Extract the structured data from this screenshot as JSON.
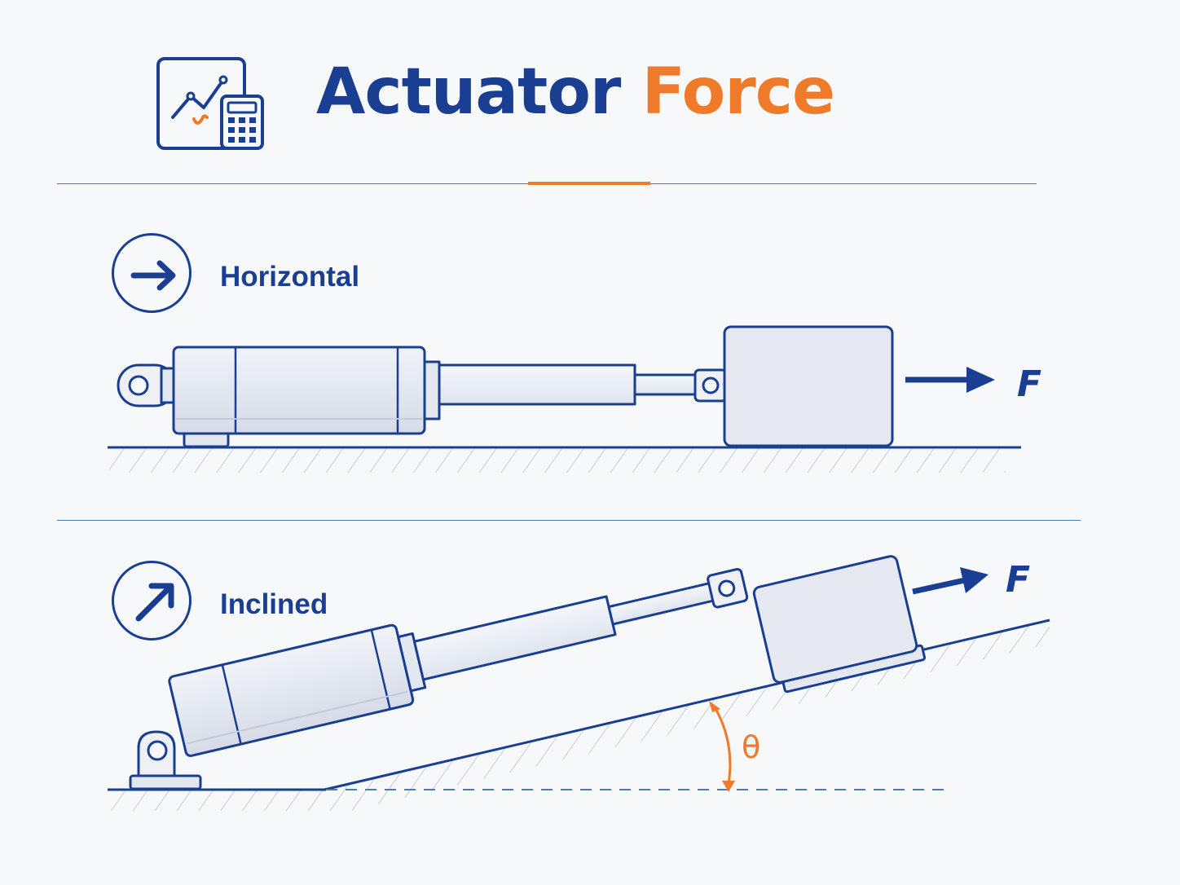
{
  "title": {
    "word1": "Actuator",
    "word2": "Force"
  },
  "sections": [
    {
      "label": "Horizontal",
      "force_label": "F",
      "icon": "arrow-right-icon"
    },
    {
      "label": "Inclined",
      "force_label": "F",
      "angle_label": "θ",
      "icon": "arrow-up-right-icon"
    }
  ],
  "logo": {
    "icon": "chart-calculator-icon"
  },
  "colors": {
    "primary": "#1a3f92",
    "accent": "#ee7a2a",
    "body_fill": "#e6e9f1",
    "background": "#f7f8fa"
  }
}
